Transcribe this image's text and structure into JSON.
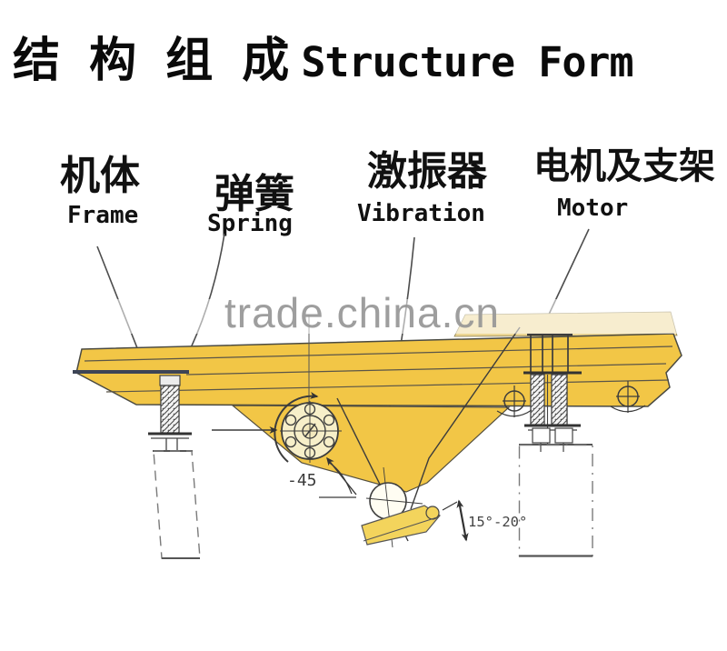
{
  "title": {
    "cn": "结 构 组 成",
    "en": "Structure Form"
  },
  "labels": {
    "frame": {
      "cn": "机体",
      "en": "Frame"
    },
    "spring": {
      "cn": "弹簧",
      "en": "Spring"
    },
    "vibration": {
      "cn": "激振器",
      "en": "Vibration"
    },
    "motor": {
      "cn": "电机及支架",
      "en": "Motor"
    }
  },
  "watermark": {
    "text": "trade.china.cn"
  },
  "annotations": {
    "exciter_angle": "-45",
    "throw_angle": "15°-20°"
  },
  "colors": {
    "machine_yellow": "#F2C646",
    "back_panel_yellow": "#EDD795",
    "wedge_yellow": "#F3D45C",
    "outline_dark": "#3C3C3C",
    "watermark_gray": "#969696"
  }
}
